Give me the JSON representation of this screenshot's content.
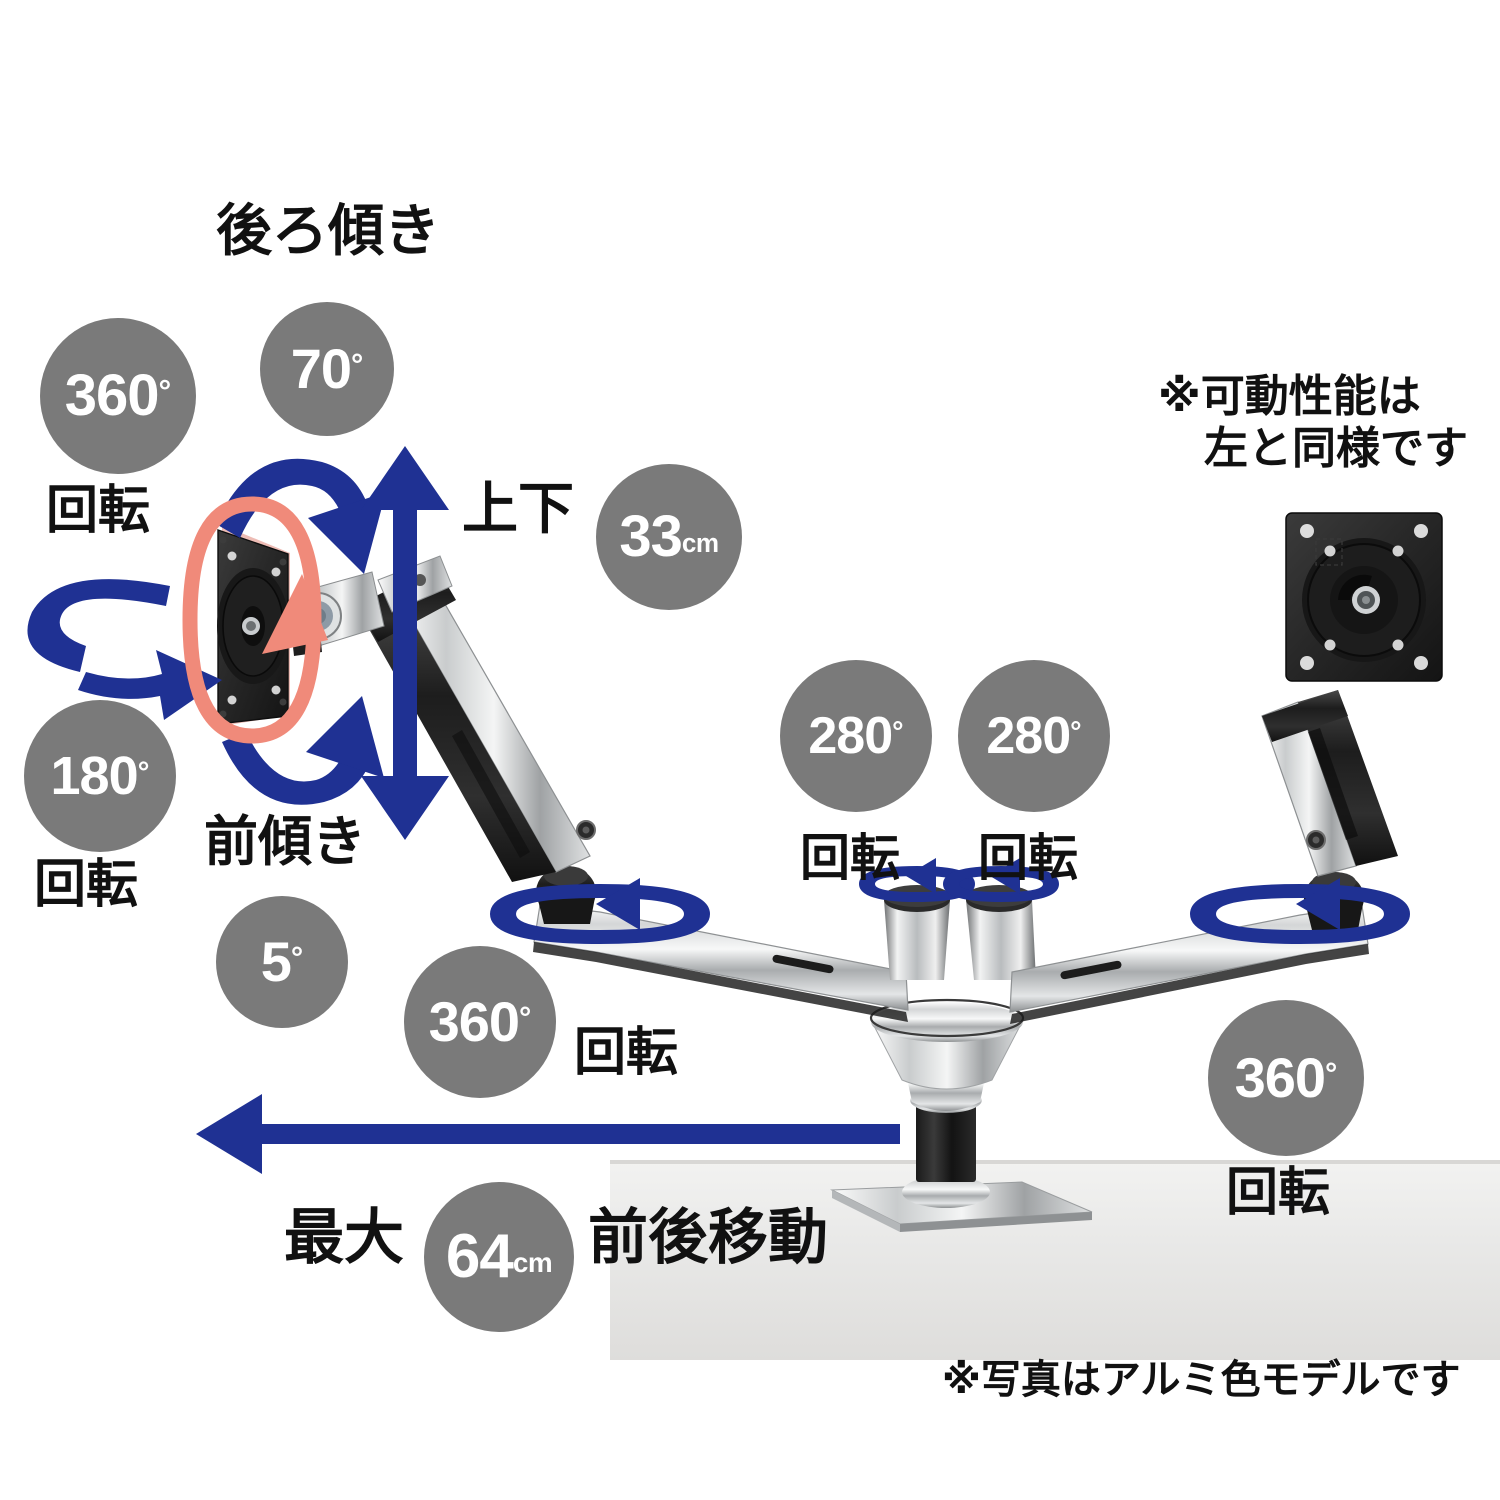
{
  "meta": {
    "title": "モニターアーム 可動範囲図",
    "accent_blue": "#1f3193",
    "badge_gray": "#7a7a7a",
    "highlight_coral": "#f08a7a",
    "background": "#ffffff"
  },
  "badges": [
    {
      "id": "rotate-360-top-left",
      "value": "360",
      "sup": "°",
      "unit": "",
      "caption": "回転"
    },
    {
      "id": "tilt-back-70",
      "value": "70",
      "sup": "°",
      "unit": "",
      "caption": ""
    },
    {
      "id": "rotate-180-left",
      "value": "180",
      "sup": "°",
      "unit": "",
      "caption": "回転"
    },
    {
      "id": "tilt-front-5",
      "value": "5",
      "sup": "°",
      "unit": "",
      "caption": ""
    },
    {
      "id": "height-33cm",
      "value": "33",
      "sup": "",
      "unit": "cm",
      "caption": ""
    },
    {
      "id": "rotate-360-left-arm",
      "value": "360",
      "sup": "°",
      "unit": "",
      "caption": "回転"
    },
    {
      "id": "rotate-280-inner",
      "value": "280",
      "sup": "°",
      "unit": "",
      "caption": "回転"
    },
    {
      "id": "rotate-280-outer",
      "value": "280",
      "sup": "°",
      "unit": "",
      "caption": "回転"
    },
    {
      "id": "rotate-360-right-arm",
      "value": "360",
      "sup": "°",
      "unit": "",
      "caption": "回転"
    },
    {
      "id": "reach-64cm",
      "value": "64",
      "sup": "",
      "unit": "cm",
      "caption": ""
    }
  ],
  "labels": {
    "tilt_back": "後ろ傾き",
    "tilt_front": "前傾き",
    "updown": "上下",
    "rotate": "回転",
    "note_right_line1": "※可動性能は",
    "note_right_line2": "左と同様です",
    "reach_prefix": "最大",
    "reach_suffix": "前後移動",
    "footnote": "※写真はアルミ色モデルです"
  }
}
